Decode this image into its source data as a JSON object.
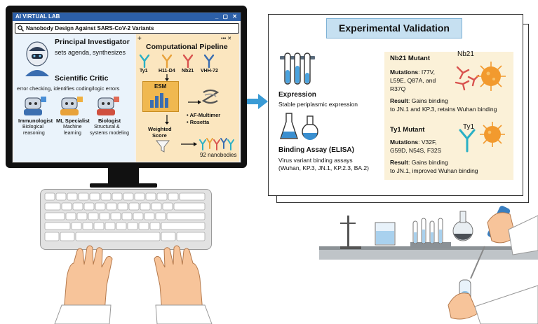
{
  "window": {
    "title": "AI VIRTUAL LAB",
    "controls": "_ ▢ ✕",
    "search_text": "Nanobody Design Against SARS-CoV-2 Variants"
  },
  "pi": {
    "title": "Principal Investigator",
    "desc": "sets agenda, synthesizes"
  },
  "critic": {
    "title": "Scientific Critic",
    "desc": "error checking, identifies coding/logic errors"
  },
  "agents": [
    {
      "name": "Immunologist",
      "desc1": "Biological",
      "desc2": "reasoning"
    },
    {
      "name": "ML Specialist",
      "desc1": "Machine",
      "desc2": "learning"
    },
    {
      "name": "Biologist",
      "desc1": "Structural &",
      "desc2": "systems modeling"
    }
  ],
  "pipeline": {
    "title": "Computational Pipeline",
    "plus": "+",
    "more": "••• ✕",
    "nanobodies": [
      "Ty1",
      "H11-D4",
      "Nb21",
      "VHH-72"
    ],
    "esm": "ESM",
    "tools": [
      "AF-Multimer",
      "Rosetta"
    ],
    "score1": "Weighted",
    "score2": "Score",
    "result": "92 nanobodies"
  },
  "validation": {
    "title": "Experimental Validation",
    "expression_title": "Expression",
    "expression_desc": "Stable periplasmic expression",
    "binding_title": "Binding Assay (ELISA)",
    "binding_desc1": "Virus variant binding assays",
    "binding_desc2": "(Wuhan, KP.3, JN.1, KP.2.3, BA.2)"
  },
  "nb21": {
    "title": "Nb21 Mutant",
    "label": "Nb21",
    "mut_label": "Mutations",
    "mut1": ": I77V,",
    "mut2": "L59E, Q87A, and",
    "mut3": "R37Q",
    "res_label": "Result",
    "res1": ": Gains binding",
    "res2": "to JN.1 and KP.3, retains Wuhan binding"
  },
  "ty1": {
    "title": "Ty1 Mutant",
    "label": "Ty1",
    "mut_label": "Mutations",
    "mut1": ": V32F,",
    "mut2": "G59D, N54S, F32S",
    "res_label": "Result",
    "res1": ": Gains binding",
    "res2": "to JN.1, improved Wuhan binding"
  },
  "colors": {
    "titlebar": "#2c5fa8",
    "pipeline_bg": "#fbe6bf",
    "agents_bg": "#eaf3fb",
    "arrow": "#3a9bd5",
    "mutant_bg": "#fbf1d8",
    "virus": "#f29a2e",
    "antibody_teal": "#2ab0c5",
    "antibody_red": "#d9534f"
  }
}
